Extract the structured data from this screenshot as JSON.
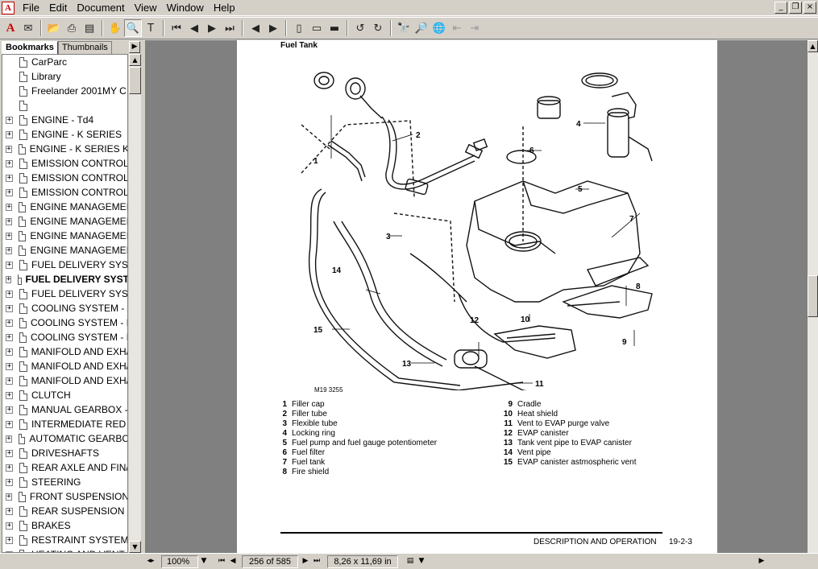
{
  "menubar": {
    "items": [
      "File",
      "Edit",
      "Document",
      "View",
      "Window",
      "Help"
    ],
    "window_buttons": [
      "_",
      "❐",
      "×"
    ]
  },
  "toolbar": {
    "tools": [
      {
        "name": "acrobat-icon",
        "glyph": "A"
      },
      {
        "name": "email-icon",
        "glyph": "✉"
      },
      {
        "name": "open-icon",
        "glyph": "📂"
      },
      {
        "name": "print-icon",
        "glyph": "⎙"
      },
      {
        "name": "show-navigation-icon",
        "glyph": "▤"
      },
      {
        "name": "hand-tool-icon",
        "glyph": "✋"
      },
      {
        "name": "zoom-tool-icon",
        "glyph": "🔍"
      },
      {
        "name": "text-select-icon",
        "glyph": "T"
      },
      {
        "name": "first-page-icon",
        "glyph": "⏮"
      },
      {
        "name": "previous-page-icon",
        "glyph": "◀"
      },
      {
        "name": "next-page-icon",
        "glyph": "▶"
      },
      {
        "name": "last-page-icon",
        "glyph": "⏭"
      },
      {
        "name": "go-back-icon",
        "glyph": "◀"
      },
      {
        "name": "go-forward-icon",
        "glyph": "▶"
      },
      {
        "name": "actual-size-icon",
        "glyph": "▯"
      },
      {
        "name": "fit-page-icon",
        "glyph": "▭"
      },
      {
        "name": "fit-width-icon",
        "glyph": "▬"
      },
      {
        "name": "rotate-ccw-icon",
        "glyph": "↺"
      },
      {
        "name": "rotate-cw-icon",
        "glyph": "↻"
      },
      {
        "name": "find-icon",
        "glyph": "🔭"
      },
      {
        "name": "search-icon",
        "glyph": "🔎"
      },
      {
        "name": "web-capture-icon",
        "glyph": "🌐"
      },
      {
        "name": "previous-highlight-icon",
        "glyph": "⇤"
      },
      {
        "name": "next-highlight-icon",
        "glyph": "⇥"
      }
    ]
  },
  "navigation": {
    "tabs": [
      "Bookmarks",
      "Thumbnails"
    ],
    "bookmarks": [
      {
        "label": "CarParc",
        "expandable": false,
        "bold": false
      },
      {
        "label": "Library",
        "expandable": false,
        "bold": false
      },
      {
        "label": "Freelander 2001MY C",
        "expandable": false,
        "bold": false
      },
      {
        "label": "",
        "expandable": false,
        "bold": false
      },
      {
        "label": "ENGINE - Td4",
        "expandable": true,
        "bold": false
      },
      {
        "label": "ENGINE - K SERIES",
        "expandable": true,
        "bold": false
      },
      {
        "label": "ENGINE - K SERIES K",
        "expandable": true,
        "bold": false
      },
      {
        "label": "EMISSION CONTROL",
        "expandable": true,
        "bold": false
      },
      {
        "label": "EMISSION CONTROL",
        "expandable": true,
        "bold": false
      },
      {
        "label": "EMISSION CONTROL",
        "expandable": true,
        "bold": false
      },
      {
        "label": "ENGINE MANAGEMEI",
        "expandable": true,
        "bold": false
      },
      {
        "label": "ENGINE MANAGEMEI",
        "expandable": true,
        "bold": false
      },
      {
        "label": "ENGINE MANAGEMEI",
        "expandable": true,
        "bold": false
      },
      {
        "label": "ENGINE MANAGEMEI",
        "expandable": true,
        "bold": false
      },
      {
        "label": "FUEL DELIVERY SYS",
        "expandable": true,
        "bold": false
      },
      {
        "label": "FUEL DELIVERY SYST",
        "expandable": true,
        "bold": true
      },
      {
        "label": "FUEL DELIVERY SYS",
        "expandable": true,
        "bold": false
      },
      {
        "label": "COOLING SYSTEM -",
        "expandable": true,
        "bold": false
      },
      {
        "label": "COOLING SYSTEM - I",
        "expandable": true,
        "bold": false
      },
      {
        "label": "COOLING SYSTEM - I",
        "expandable": true,
        "bold": false
      },
      {
        "label": "MANIFOLD AND EXH/",
        "expandable": true,
        "bold": false
      },
      {
        "label": "MANIFOLD AND EXH/",
        "expandable": true,
        "bold": false
      },
      {
        "label": "MANIFOLD AND EXH/",
        "expandable": true,
        "bold": false
      },
      {
        "label": "CLUTCH",
        "expandable": true,
        "bold": false
      },
      {
        "label": "MANUAL GEARBOX -",
        "expandable": true,
        "bold": false
      },
      {
        "label": "INTERMEDIATE RED",
        "expandable": true,
        "bold": false
      },
      {
        "label": "AUTOMATIC GEARBC",
        "expandable": true,
        "bold": false
      },
      {
        "label": "DRIVESHAFTS",
        "expandable": true,
        "bold": false
      },
      {
        "label": "REAR AXLE AND FIN/",
        "expandable": true,
        "bold": false
      },
      {
        "label": "STEERING",
        "expandable": true,
        "bold": false
      },
      {
        "label": "FRONT SUSPENSION",
        "expandable": true,
        "bold": false
      },
      {
        "label": "REAR SUSPENSION",
        "expandable": true,
        "bold": false
      },
      {
        "label": "BRAKES",
        "expandable": true,
        "bold": false
      },
      {
        "label": "RESTRAINT SYSTEM",
        "expandable": true,
        "bold": false
      },
      {
        "label": "HEATING AND VENT",
        "expandable": true,
        "bold": false
      }
    ]
  },
  "page": {
    "title": "Fuel Tank",
    "figure_code": "M19 3255",
    "callouts": [
      "1",
      "2",
      "3",
      "4",
      "5",
      "6",
      "7",
      "8",
      "9",
      "10",
      "11",
      "12",
      "13",
      "14",
      "15"
    ],
    "legend_left": [
      {
        "num": "1",
        "text": "Filler cap"
      },
      {
        "num": "2",
        "text": "Filler tube"
      },
      {
        "num": "3",
        "text": "Flexible tube"
      },
      {
        "num": "4",
        "text": "Locking ring"
      },
      {
        "num": "5",
        "text": "Fuel pump and fuel gauge potentiometer"
      },
      {
        "num": "6",
        "text": "Fuel filter"
      },
      {
        "num": "7",
        "text": "Fuel tank"
      },
      {
        "num": "8",
        "text": "Fire shield"
      }
    ],
    "legend_right": [
      {
        "num": "9",
        "text": "Cradle"
      },
      {
        "num": "10",
        "text": "Heat shield"
      },
      {
        "num": "11",
        "text": "Vent to EVAP purge valve"
      },
      {
        "num": "12",
        "text": "EVAP canister"
      },
      {
        "num": "13",
        "text": "Tank vent pipe to EVAP canister"
      },
      {
        "num": "14",
        "text": "Vent pipe"
      },
      {
        "num": "15",
        "text": "EVAP canister astmospheric vent"
      }
    ],
    "footer_text": "DESCRIPTION AND OPERATION",
    "footer_page": "19-2-3"
  },
  "statusbar": {
    "zoom": "100%",
    "page_indicator": "256 of 585",
    "page_size": "8,26 x 11,69 in"
  }
}
